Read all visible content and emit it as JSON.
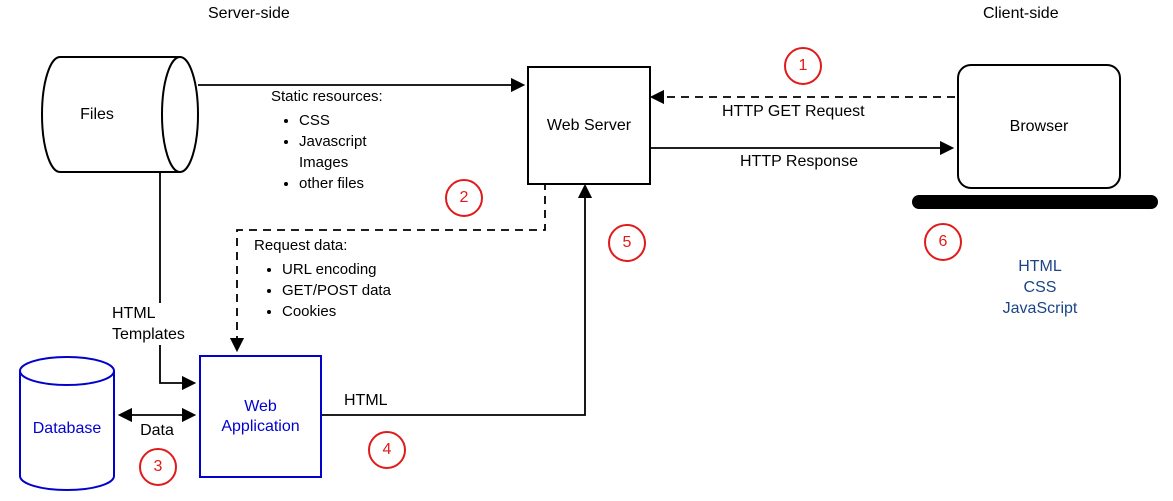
{
  "zones": {
    "server": "Server-side",
    "client": "Client-side"
  },
  "nodes": {
    "files": "Files",
    "web_server": "Web Server",
    "browser": "Browser",
    "database": "Database",
    "web_application": "Web Application"
  },
  "edge_labels": {
    "http_get_request": "HTTP GET Request",
    "http_response": "HTTP Response",
    "html_templates": "HTML Templates",
    "data": "Data",
    "html": "HTML"
  },
  "static_resources": {
    "title": "Static resources:",
    "items": [
      "CSS",
      "Javascript Images",
      "other files"
    ]
  },
  "request_data": {
    "title": "Request data:",
    "items": [
      "URL encoding",
      "GET/POST data",
      "Cookies"
    ]
  },
  "browser_tech": {
    "items": [
      "HTML",
      "CSS",
      "JavaScript"
    ]
  },
  "steps": {
    "s1": "1",
    "s2": "2",
    "s3": "3",
    "s4": "4",
    "s5": "5",
    "s6": "6"
  },
  "colors": {
    "node_blue": "#0202cc",
    "step_red": "#e01b1b",
    "tech_text_blue": "#1c4587",
    "line_black": "#000000"
  }
}
